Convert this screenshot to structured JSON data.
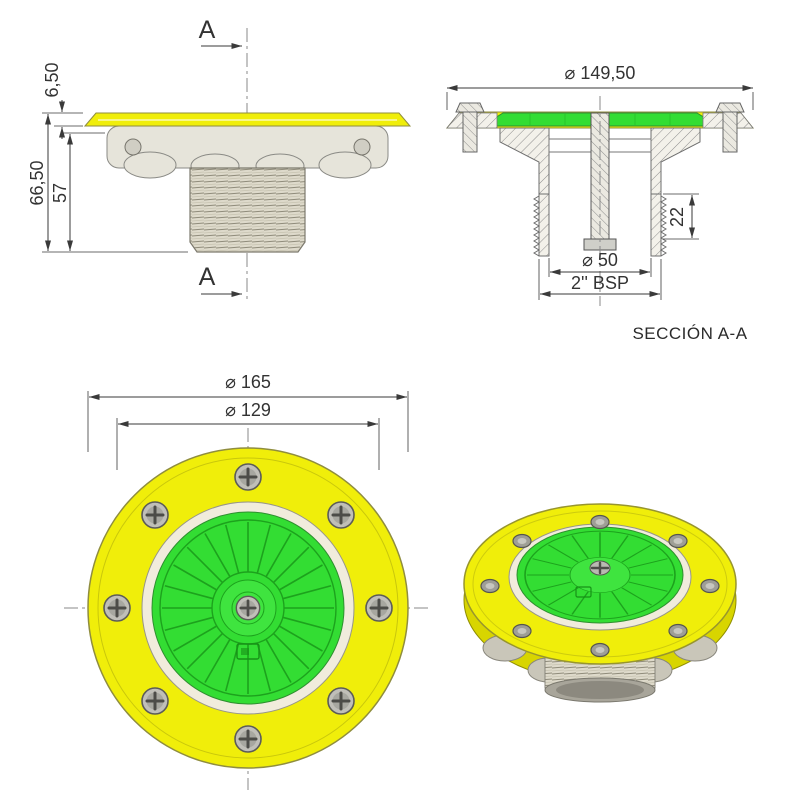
{
  "section_cut": {
    "label_top": "A",
    "label_bottom": "A"
  },
  "side_view": {
    "dim_flange_thickness": "6,50",
    "dim_total_height": "66,50",
    "dim_body_height": "57"
  },
  "section_view": {
    "dim_outer_diameter": "⌀ 149,50",
    "dim_thread_length": "22",
    "dim_bore_diameter": "⌀ 50",
    "dim_thread_spec": "2'' BSP",
    "caption": "SECCIÓN A-A"
  },
  "front_view": {
    "dim_outer_diameter": "⌀ 165",
    "dim_bolt_circle_diameter": "⌀ 129"
  },
  "colors": {
    "flange_yellow": "#f0ee0a",
    "flange_yellow_dark": "#d8d500",
    "cover_green": "#33dd33",
    "grate_line_green": "#1da21d",
    "body_grey": "#e6e4da",
    "cream": "#f1ecdc",
    "dimension_line": "#3a3a3a"
  }
}
